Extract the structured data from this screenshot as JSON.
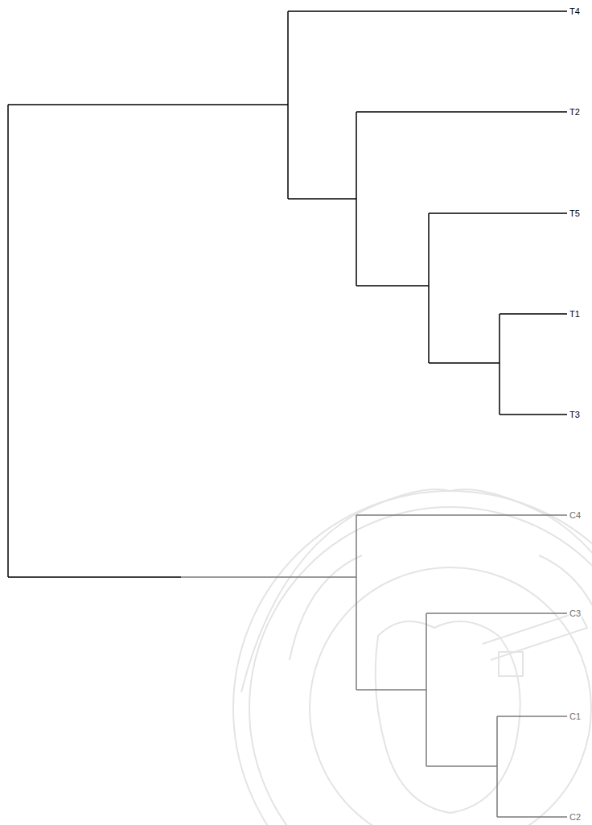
{
  "diagram": {
    "labels": [
      "T4",
      "T2",
      "T5",
      "T1",
      "T3",
      "C4",
      "C3",
      "C1",
      "C2"
    ]
  }
}
